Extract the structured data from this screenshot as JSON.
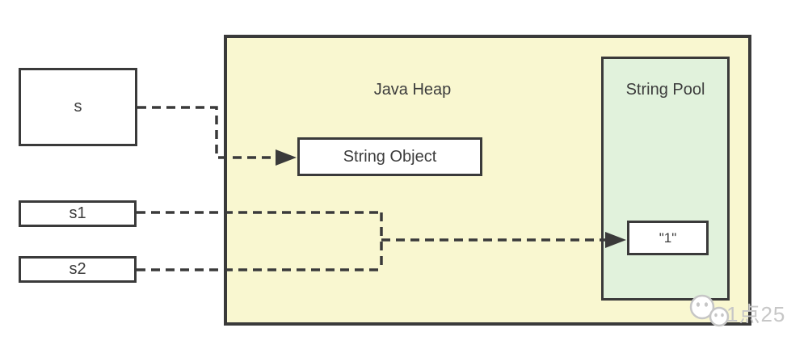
{
  "diagram": {
    "heap": {
      "label": "Java Heap",
      "fill": "#f9f7d0"
    },
    "pool": {
      "label": "String Pool",
      "fill": "#e1f2dc"
    },
    "nodes": {
      "string_object": {
        "label": "String Object"
      },
      "literal_1": {
        "label": "\"1\""
      }
    },
    "variables": [
      {
        "label": "s"
      },
      {
        "label": "s1"
      },
      {
        "label": "s2"
      }
    ],
    "connectors": [
      {
        "from": "s",
        "to": "String Object",
        "style": "dashed",
        "arrow": true
      },
      {
        "from": "s1",
        "to": "\"1\"",
        "style": "dashed",
        "arrow": true
      },
      {
        "from": "s2",
        "to": "\"1\"",
        "style": "dashed",
        "arrow": true
      }
    ],
    "line_color": "#3a3a3a",
    "border_color": "#3a3a3a",
    "text_color": "#3c3c3c"
  },
  "watermark": {
    "icon": "wechat-icon",
    "text": "1点25",
    "color": "#c7c7c7"
  }
}
